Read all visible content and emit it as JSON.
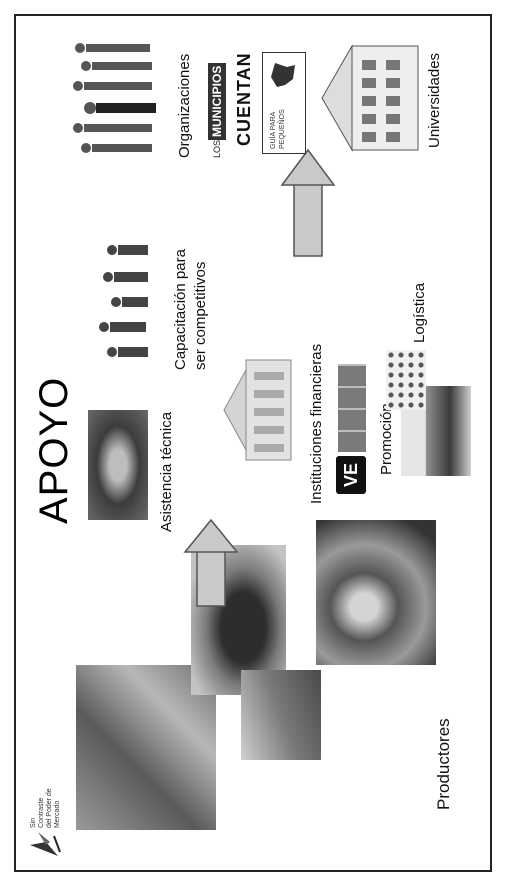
{
  "slide": {
    "title": "APOYO",
    "logo_text": "Sin Contraste del Poder de Mercado",
    "labels": {
      "productores": "Productores",
      "asistencia": "Asistencia técnica",
      "capacitacion_1": "Capacitación para",
      "capacitacion_2": "ser competitivos",
      "instituciones": "Instituciones financieras",
      "promocion": "Promoción",
      "logistica": "Logística",
      "organizaciones": "Organizaciones",
      "universidades": "Universidades"
    },
    "brand_badges": {
      "ve_badge": "VE",
      "lmc_los": "LOS",
      "lmc_municipios": "MUNICIPIOS",
      "lmc_cuentan": "CUENTAN",
      "guia_text": "GUÍA PARA PEQUEÑOS"
    }
  }
}
